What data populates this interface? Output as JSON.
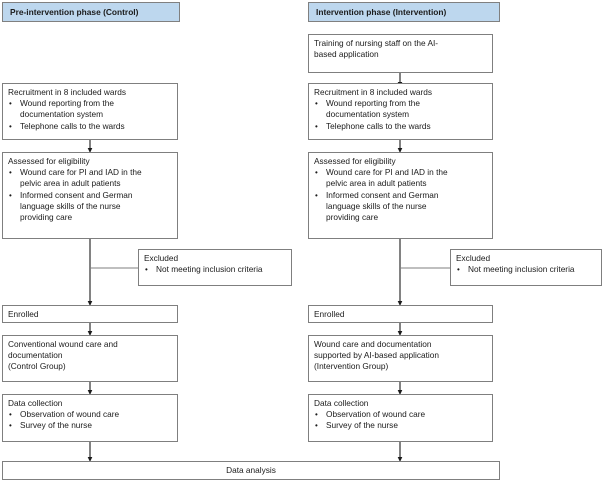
{
  "figure": {
    "type": "flowchart",
    "columns": [
      {
        "id": "control",
        "header": "Pre-intervention phase (Control)",
        "header_color": "#bdd7ee",
        "nodes": [
          {
            "name": "recruitment",
            "title": "Recruitment in 8 included wards",
            "bullets": [
              "Wound reporting from the\ndocumentation system",
              "Telephone calls to the wards"
            ]
          },
          {
            "name": "assessed",
            "title": "Assessed for eligibility",
            "bullets": [
              "Wound care for PI and IAD in the\npelvic area in adult patients",
              "Informed consent and German\nlanguage skills of the nurse\nproviding care"
            ]
          },
          {
            "name": "excluded",
            "title": "Excluded",
            "bullets": [
              "Not meeting inclusion criteria"
            ]
          },
          {
            "name": "enrolled",
            "title": "Enrolled",
            "bullets": []
          },
          {
            "name": "group",
            "title": "Conventional wound care and\ndocumentation\n(Control Group)",
            "bullets": []
          },
          {
            "name": "data-collection",
            "title": "Data collection",
            "bullets": [
              "Observation of wound care",
              "Survey of the nurse"
            ]
          }
        ]
      },
      {
        "id": "intervention",
        "header": "Intervention phase (Intervention)",
        "header_color": "#bdd7ee",
        "nodes": [
          {
            "name": "training",
            "title": "Training of nursing staff on the AI-\nbased application",
            "bullets": []
          },
          {
            "name": "recruitment",
            "title": "Recruitment in 8 included wards",
            "bullets": [
              "Wound reporting from the\ndocumentation system",
              "Telephone calls to the wards"
            ]
          },
          {
            "name": "assessed",
            "title": "Assessed for eligibility",
            "bullets": [
              "Wound care for PI and IAD in the\npelvic area in adult patients",
              "Informed consent and German\nlanguage skills of the nurse\nproviding care"
            ]
          },
          {
            "name": "excluded",
            "title": "Excluded",
            "bullets": [
              "Not meeting inclusion criteria"
            ]
          },
          {
            "name": "enrolled",
            "title": "Enrolled",
            "bullets": []
          },
          {
            "name": "group",
            "title": "Wound care and documentation\nsupported by AI-based application\n(Intervention Group)",
            "bullets": []
          },
          {
            "name": "data-collection",
            "title": "Data collection",
            "bullets": [
              "Observation of wound care",
              "Survey of the nurse"
            ]
          }
        ]
      }
    ],
    "footer": {
      "name": "data-analysis",
      "label": "Data analysis"
    },
    "colors": {
      "box_border": "#7f7f7f",
      "box_fill": "#ffffff",
      "header_fill": "#bdd7ee",
      "connector": "#1b1b1b",
      "text": "#1b1b1b"
    }
  }
}
